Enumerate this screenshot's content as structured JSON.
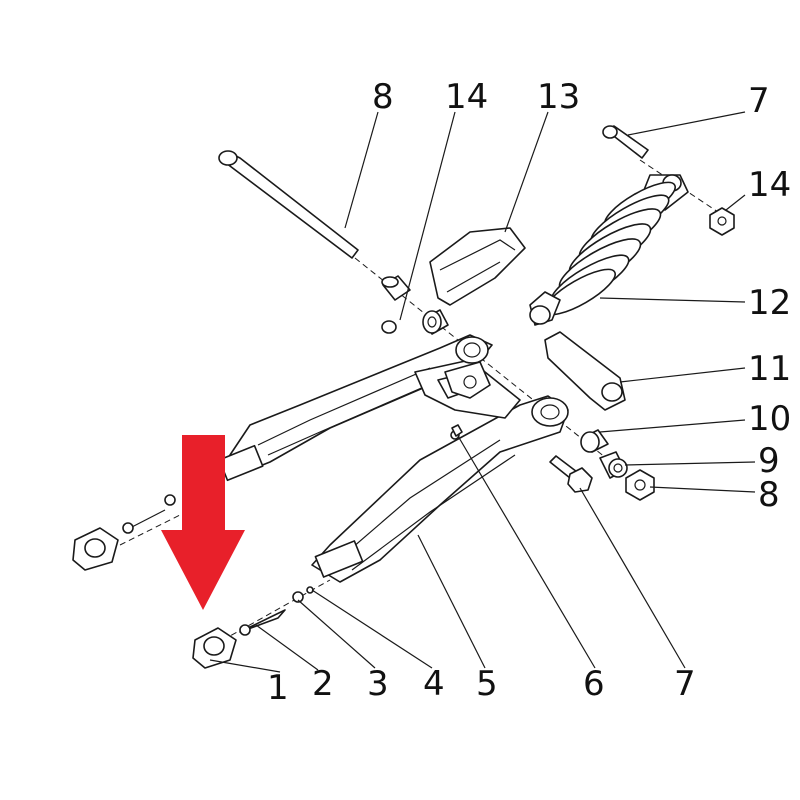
{
  "colors": {
    "arrow": "#e8202a",
    "ink": "#1a1a1a",
    "background": "#ffffff"
  },
  "callouts": [
    {
      "id": "c1",
      "label": "1"
    },
    {
      "id": "c2",
      "label": "2"
    },
    {
      "id": "c3",
      "label": "3"
    },
    {
      "id": "c4",
      "label": "4"
    },
    {
      "id": "c5",
      "label": "5"
    },
    {
      "id": "c6",
      "label": "6"
    },
    {
      "id": "c7b",
      "label": "7"
    },
    {
      "id": "c8t",
      "label": "8"
    },
    {
      "id": "c14t",
      "label": "14"
    },
    {
      "id": "c13",
      "label": "13"
    },
    {
      "id": "c7t",
      "label": "7"
    },
    {
      "id": "c14r",
      "label": "14"
    },
    {
      "id": "c12",
      "label": "12"
    },
    {
      "id": "c11",
      "label": "11"
    },
    {
      "id": "c10",
      "label": "10"
    },
    {
      "id": "c9",
      "label": "9"
    },
    {
      "id": "c8r",
      "label": "8"
    }
  ],
  "indicator": {
    "icon": "down-arrow-icon",
    "color": "#e8202a"
  }
}
